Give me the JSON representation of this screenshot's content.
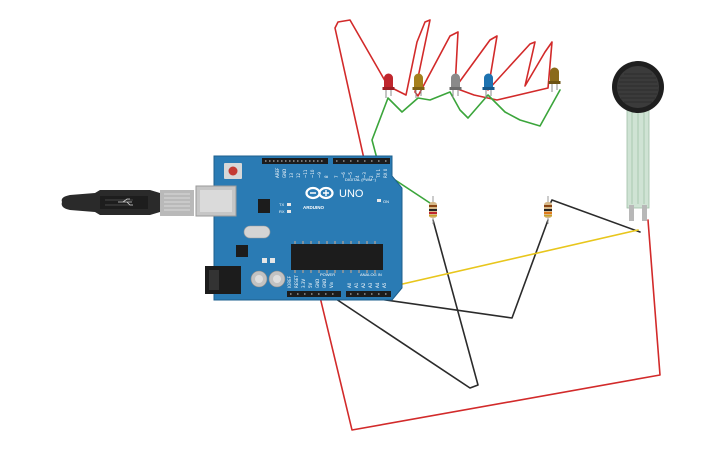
{
  "board": {
    "brand": "ARDUINO",
    "model": "UNO",
    "digital_label": "DIGITAL (PWM~)",
    "power_label": "POWER",
    "analog_label": "ANALOG IN",
    "on_label": "ON",
    "tx_label": "TX",
    "rx_label": "RX",
    "l_label": "L",
    "reset_label": "RESET",
    "digital_pins": [
      "AREF",
      "GND",
      "13",
      "12",
      "~11",
      "~10",
      "~9",
      "8",
      "7",
      "~6",
      "~5",
      "4",
      "~3",
      "2",
      "TX 1",
      "RX 0"
    ],
    "power_pins": [
      "IOREF",
      "RESET",
      "3.3V",
      "5V",
      "GND",
      "GND",
      "Vin"
    ],
    "analog_pins": [
      "A0",
      "A1",
      "A2",
      "A3",
      "A4",
      "A5"
    ]
  },
  "components": {
    "leds": [
      {
        "name": "led-red",
        "color": "#c0262d"
      },
      {
        "name": "led-orange",
        "color": "#a5801c"
      },
      {
        "name": "led-gray",
        "color": "#8a8a8a"
      },
      {
        "name": "led-blue",
        "color": "#1d72b0"
      },
      {
        "name": "led-brown",
        "color": "#8a6a1a"
      }
    ],
    "force_sensor": "force-sensitive-resistor",
    "resistors": 2
  },
  "colors": {
    "board": "#2a7bb4",
    "wire_red": "#d22a2a",
    "wire_green": "#3ba53b",
    "wire_black": "#2b2b2b",
    "wire_yellow": "#e8c61c"
  }
}
